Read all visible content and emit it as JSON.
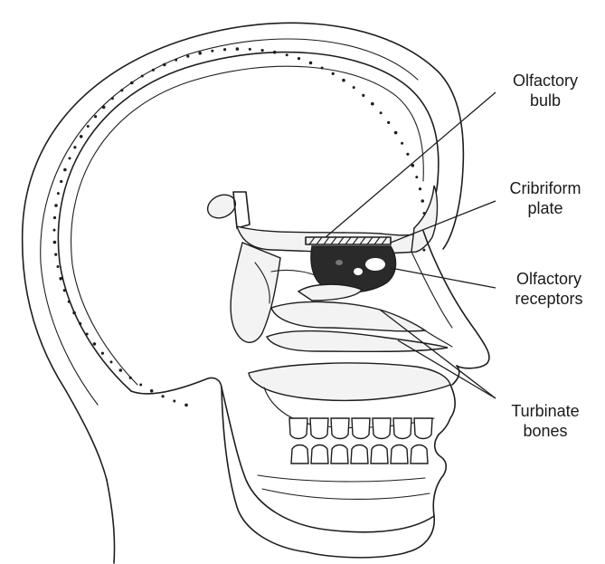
{
  "labels": {
    "olfactory_bulb": {
      "line1": "Olfactory",
      "line2": "bulb"
    },
    "cribriform_plate": {
      "line1": "Cribriform",
      "line2": "plate"
    },
    "olfactory_receptors": {
      "line1": "Olfactory",
      "line2": "receptors"
    },
    "turbinate_bones": {
      "line1": "Turbinate",
      "line2": "bones"
    }
  }
}
